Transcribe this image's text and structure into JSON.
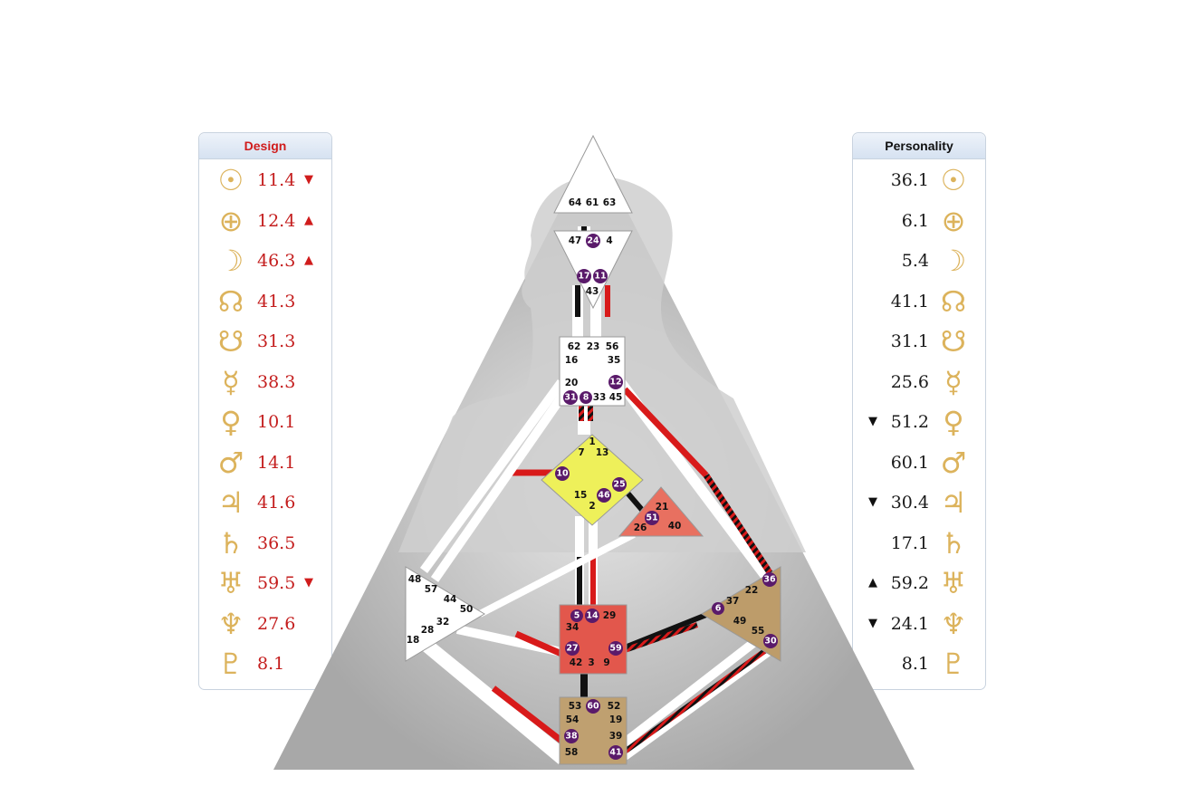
{
  "design": {
    "title": "Design",
    "rows": [
      {
        "icon": "sun-icon",
        "glyph": "☉",
        "value": "11.4",
        "arrow": "▼"
      },
      {
        "icon": "earth-icon",
        "glyph": "⊕",
        "value": "12.4",
        "arrow": "▲"
      },
      {
        "icon": "moon-icon",
        "glyph": "☽",
        "value": "46.3",
        "arrow": "▲"
      },
      {
        "icon": "north-node-icon",
        "glyph": "☊",
        "value": "41.3",
        "arrow": ""
      },
      {
        "icon": "south-node-icon",
        "glyph": "☋",
        "value": "31.3",
        "arrow": ""
      },
      {
        "icon": "mercury-icon",
        "glyph": "☿",
        "value": "38.3",
        "arrow": ""
      },
      {
        "icon": "venus-icon",
        "glyph": "♀",
        "value": "10.1",
        "arrow": ""
      },
      {
        "icon": "mars-icon",
        "glyph": "♂",
        "value": "14.1",
        "arrow": ""
      },
      {
        "icon": "jupiter-icon",
        "glyph": "♃",
        "value": "41.6",
        "arrow": ""
      },
      {
        "icon": "saturn-icon",
        "glyph": "♄",
        "value": "36.5",
        "arrow": ""
      },
      {
        "icon": "uranus-icon",
        "glyph": "♅",
        "value": "59.5",
        "arrow": "▼"
      },
      {
        "icon": "neptune-icon",
        "glyph": "♆",
        "value": "27.6",
        "arrow": ""
      },
      {
        "icon": "pluto-icon",
        "glyph": "♇",
        "value": "8.1",
        "arrow": ""
      }
    ]
  },
  "personality": {
    "title": "Personality",
    "rows": [
      {
        "icon": "sun-icon",
        "glyph": "☉",
        "value": "36.1",
        "arrow": ""
      },
      {
        "icon": "earth-icon",
        "glyph": "⊕",
        "value": "6.1",
        "arrow": ""
      },
      {
        "icon": "moon-icon",
        "glyph": "☽",
        "value": "5.4",
        "arrow": ""
      },
      {
        "icon": "north-node-icon",
        "glyph": "☊",
        "value": "41.1",
        "arrow": ""
      },
      {
        "icon": "south-node-icon",
        "glyph": "☋",
        "value": "31.1",
        "arrow": ""
      },
      {
        "icon": "mercury-icon",
        "glyph": "☿",
        "value": "25.6",
        "arrow": ""
      },
      {
        "icon": "venus-icon",
        "glyph": "♀",
        "value": "51.2",
        "arrow": "▼"
      },
      {
        "icon": "mars-icon",
        "glyph": "♂",
        "value": "60.1",
        "arrow": ""
      },
      {
        "icon": "jupiter-icon",
        "glyph": "♃",
        "value": "30.4",
        "arrow": "▼"
      },
      {
        "icon": "saturn-icon",
        "glyph": "♄",
        "value": "17.1",
        "arrow": ""
      },
      {
        "icon": "uranus-icon",
        "glyph": "♅",
        "value": "59.2",
        "arrow": "▲"
      },
      {
        "icon": "neptune-icon",
        "glyph": "♆",
        "value": "24.1",
        "arrow": "▼"
      },
      {
        "icon": "pluto-icon",
        "glyph": "♇",
        "value": "8.1",
        "arrow": ""
      }
    ]
  },
  "colors": {
    "design_red": "#d01c1c",
    "planet_gold": "#dcb35c",
    "activated_gate_purple": "#5a1a6a",
    "head_center": "#ffffff",
    "g_center": "#eef05a",
    "heart_center": "#e87060",
    "sacral_center": "#e2574c",
    "spleen_center": "#ffffff",
    "solar_plexus_center": "#bd9c6a",
    "root_center": "#bfa070"
  },
  "bodygraph": {
    "head_gates": [
      "64",
      "61",
      "63"
    ],
    "ajna_gates": [
      "47",
      "24",
      "4",
      "17",
      "11",
      "43"
    ],
    "throat_gates": [
      "62",
      "23",
      "56",
      "16",
      "35",
      "20",
      "12",
      "31",
      "8",
      "33",
      "45"
    ],
    "g_gates": [
      "1",
      "7",
      "13",
      "10",
      "25",
      "15",
      "46",
      "2"
    ],
    "heart_gates": [
      "21",
      "51",
      "26",
      "40"
    ],
    "spleen_gates": [
      "48",
      "57",
      "44",
      "50",
      "32",
      "28",
      "18"
    ],
    "sacral_gates": [
      "5",
      "14",
      "29",
      "34",
      "27",
      "59",
      "42",
      "3",
      "9"
    ],
    "solar_plexus_gates": [
      "36",
      "22",
      "6",
      "37",
      "49",
      "55",
      "30"
    ],
    "root_gates": [
      "53",
      "60",
      "52",
      "54",
      "19",
      "38",
      "39",
      "58",
      "41"
    ],
    "activated_gates": [
      "24",
      "17",
      "11",
      "12",
      "31",
      "8",
      "10",
      "25",
      "46",
      "51",
      "5",
      "14",
      "27",
      "59",
      "36",
      "6",
      "30",
      "60",
      "38",
      "41"
    ]
  }
}
